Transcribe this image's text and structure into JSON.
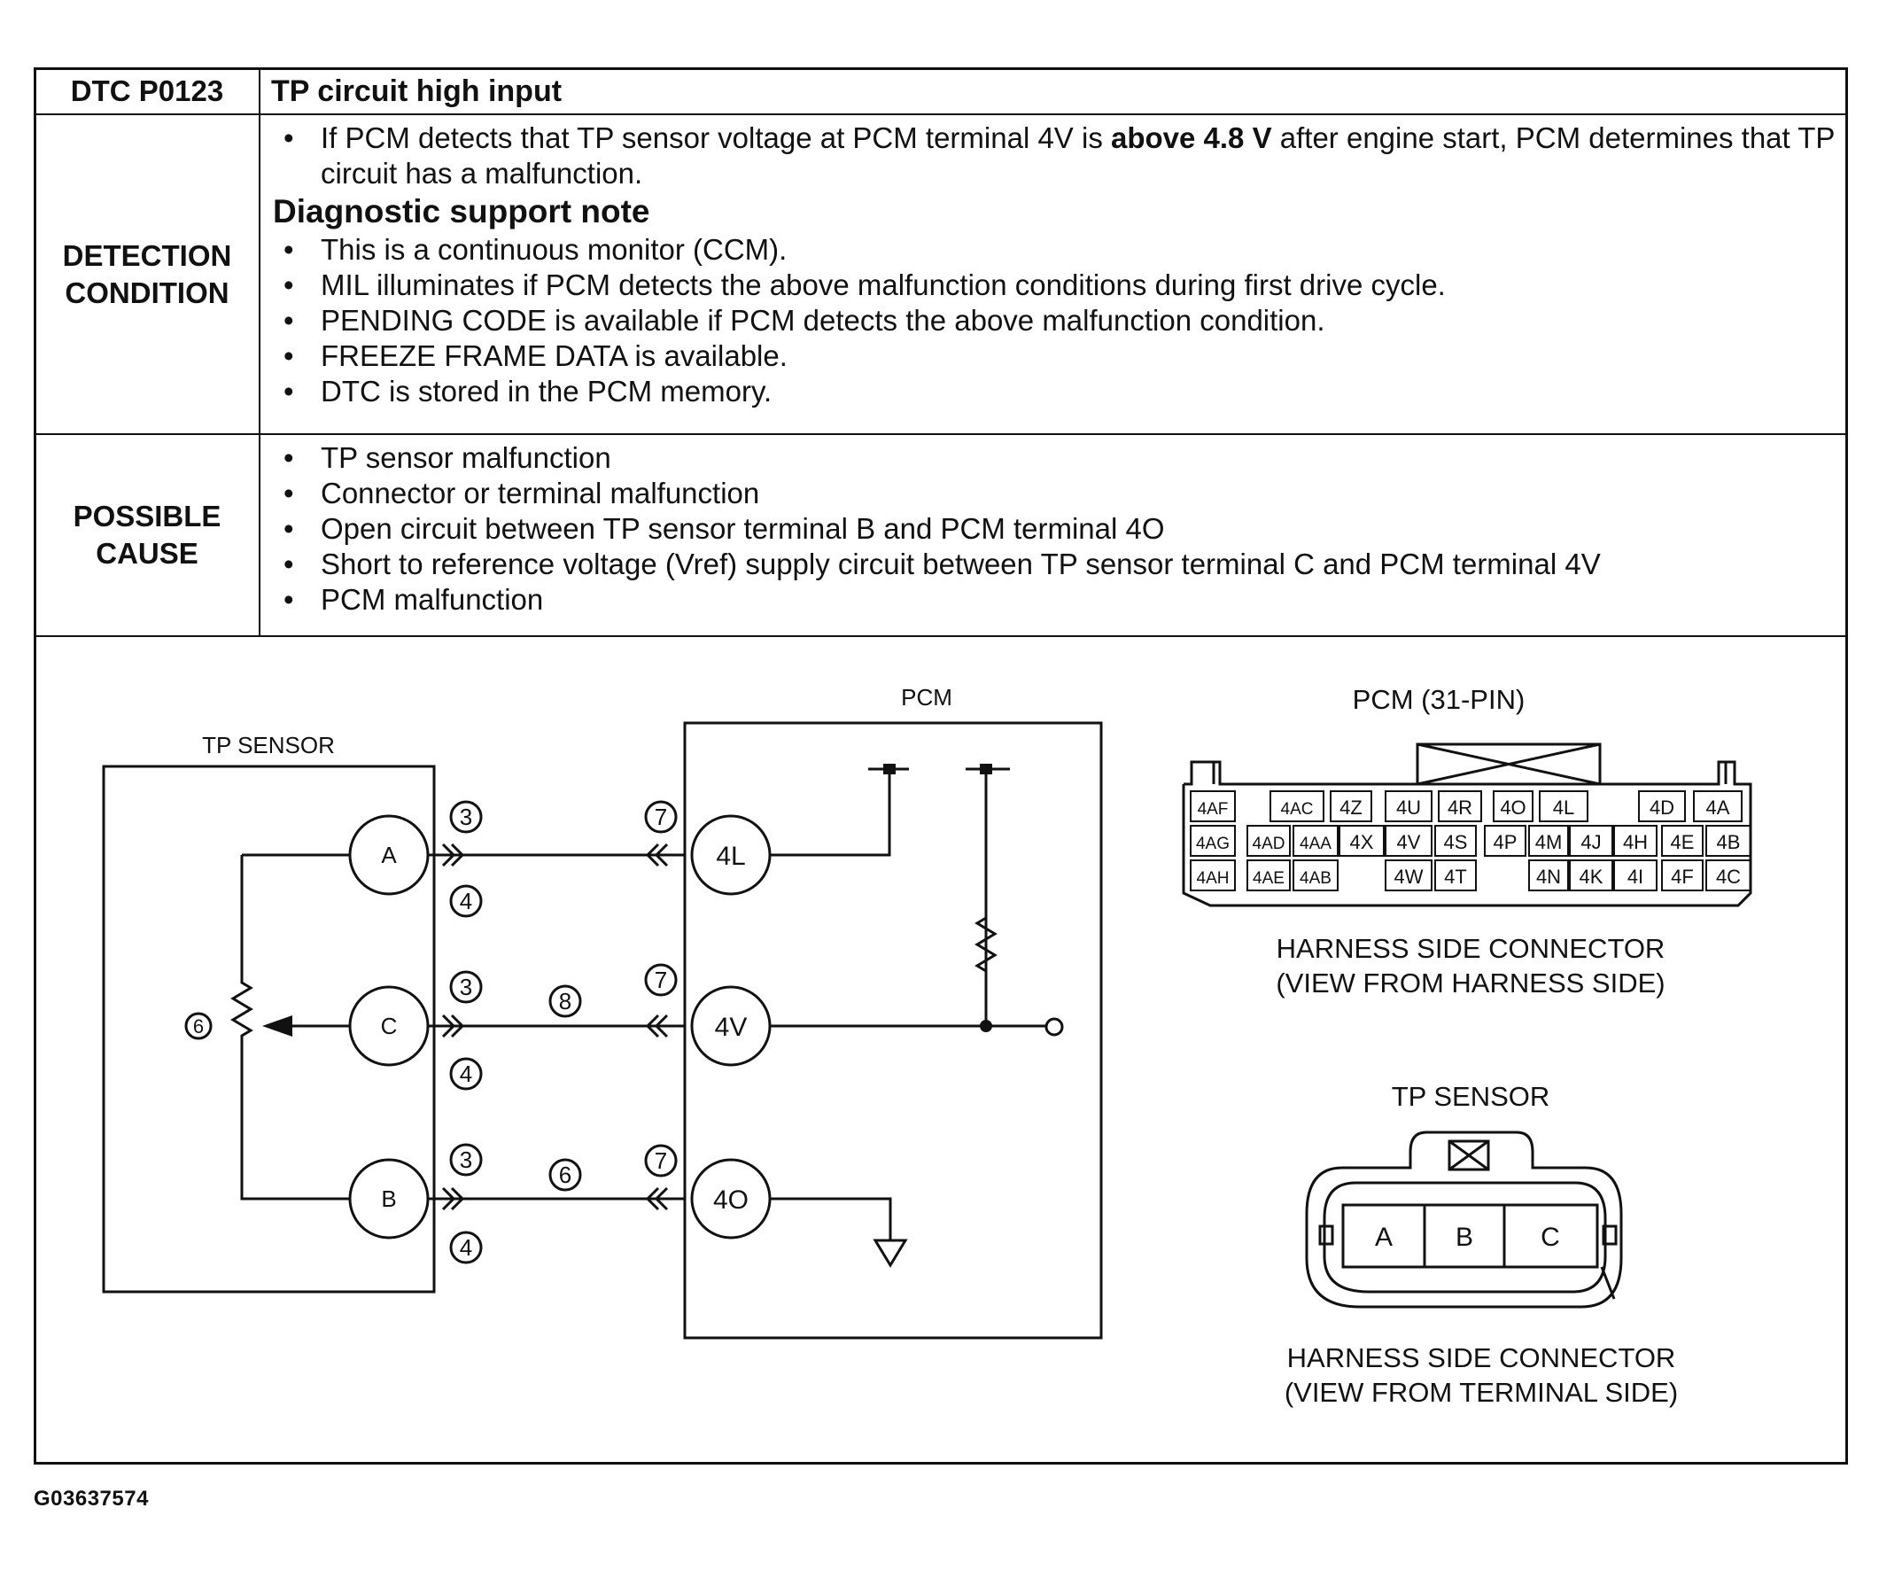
{
  "table": {
    "dtc_code": "DTC P0123",
    "dtc_title": "TP circuit high input",
    "detection": {
      "label_1": "DETECTION",
      "label_2": "CONDITION",
      "bullet_1_pre": "If PCM detects that TP sensor voltage at PCM terminal 4V is ",
      "bullet_1_bold": "above 4.8 V",
      "bullet_1_post": " after engine start, PCM determines that TP circuit has a malfunction.",
      "subheading": "Diagnostic support note",
      "notes": [
        "This is a continuous monitor (CCM).",
        "MIL illuminates if PCM detects the above malfunction conditions during first drive cycle.",
        "PENDING CODE is available if PCM detects the above malfunction condition.",
        "FREEZE FRAME DATA is available.",
        "DTC is stored in the PCM memory."
      ]
    },
    "cause": {
      "label_1": "POSSIBLE",
      "label_2": "CAUSE",
      "items": [
        "TP sensor malfunction",
        "Connector or terminal malfunction",
        "Open circuit between TP sensor terminal B and PCM terminal 4O",
        "Short to reference voltage (Vref) supply circuit between TP sensor terminal C and PCM terminal 4V",
        "PCM malfunction"
      ]
    }
  },
  "diagram": {
    "tp_sensor_label": "TP SENSOR",
    "pcm_label": "PCM",
    "sensor_terminals": [
      "A",
      "C",
      "B"
    ],
    "pcm_terminals": [
      "4L",
      "4V",
      "4O"
    ],
    "callouts": {
      "c3": "3",
      "c4": "4",
      "c6": "6",
      "c7": "7",
      "c8": "8"
    },
    "pcm_connector": {
      "title": "PCM (31-PIN)",
      "row1": [
        "4AF",
        "4AC",
        "4Z",
        "4U",
        "4R",
        "4O",
        "4L",
        "4D",
        "4A"
      ],
      "row2": [
        "4AG",
        "4AD",
        "4AA",
        "4X",
        "4V",
        "4S",
        "4P",
        "4M",
        "4J",
        "4H",
        "4E",
        "4B"
      ],
      "row3": [
        "4AH",
        "4AE",
        "4AB",
        "4W",
        "4T",
        "4N",
        "4K",
        "4I",
        "4F",
        "4C"
      ],
      "caption_1": "HARNESS SIDE CONNECTOR",
      "caption_2": "(VIEW FROM HARNESS SIDE)"
    },
    "tp_connector": {
      "title": "TP SENSOR",
      "terminals": [
        "A",
        "B",
        "C"
      ],
      "caption_1": "HARNESS SIDE CONNECTOR",
      "caption_2": "(VIEW FROM TERMINAL SIDE)"
    }
  },
  "footer_code": "G03637574"
}
